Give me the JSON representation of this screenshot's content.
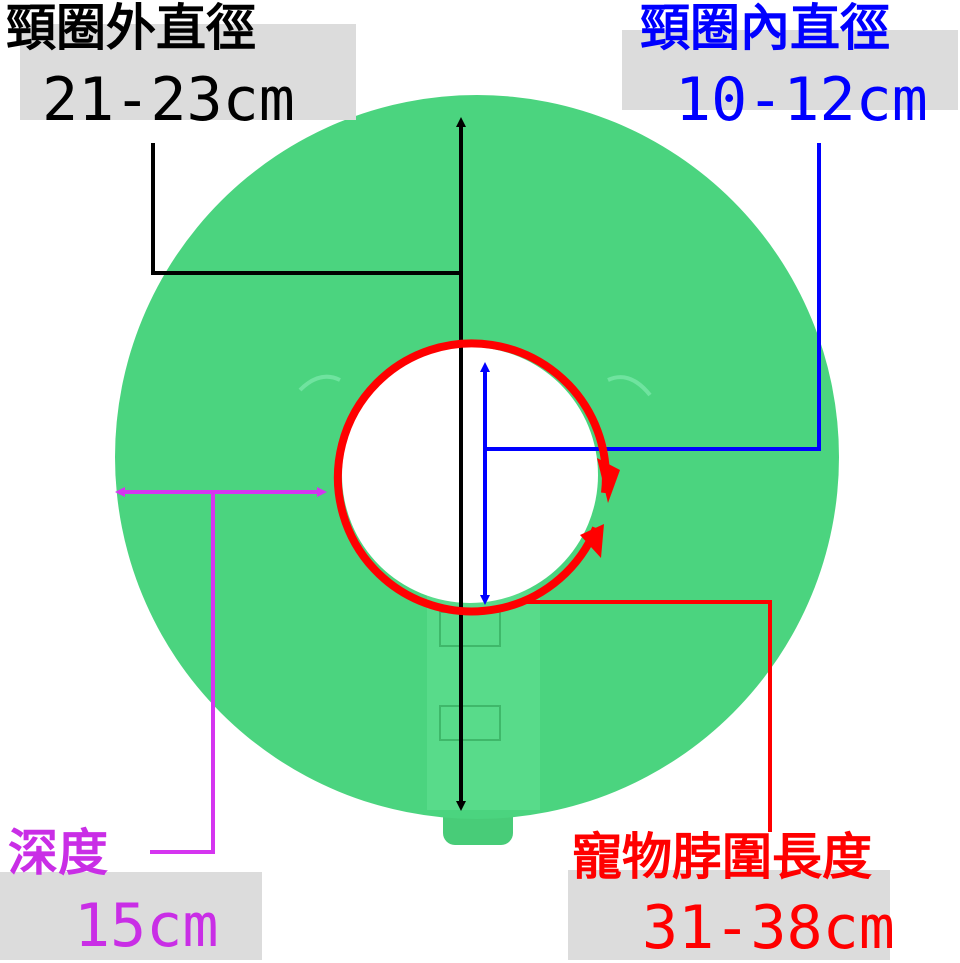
{
  "labels": {
    "outer_diameter": {
      "title": "頸圈外直徑",
      "value": "21-23cm"
    },
    "inner_diameter": {
      "title": "頸圈內直徑",
      "value": "10-12cm"
    },
    "depth": {
      "title": "深度",
      "value": "15cm"
    },
    "neck_length": {
      "title": "寵物脖圍長度",
      "value": "31-38cm"
    }
  },
  "colors": {
    "collar_fill": "#4bd47f",
    "outer_line": "#000000",
    "inner_line": "#0000ff",
    "depth_line": "#d535f0",
    "neck_line": "#ff0000",
    "label_box": "#dcdcdc"
  }
}
